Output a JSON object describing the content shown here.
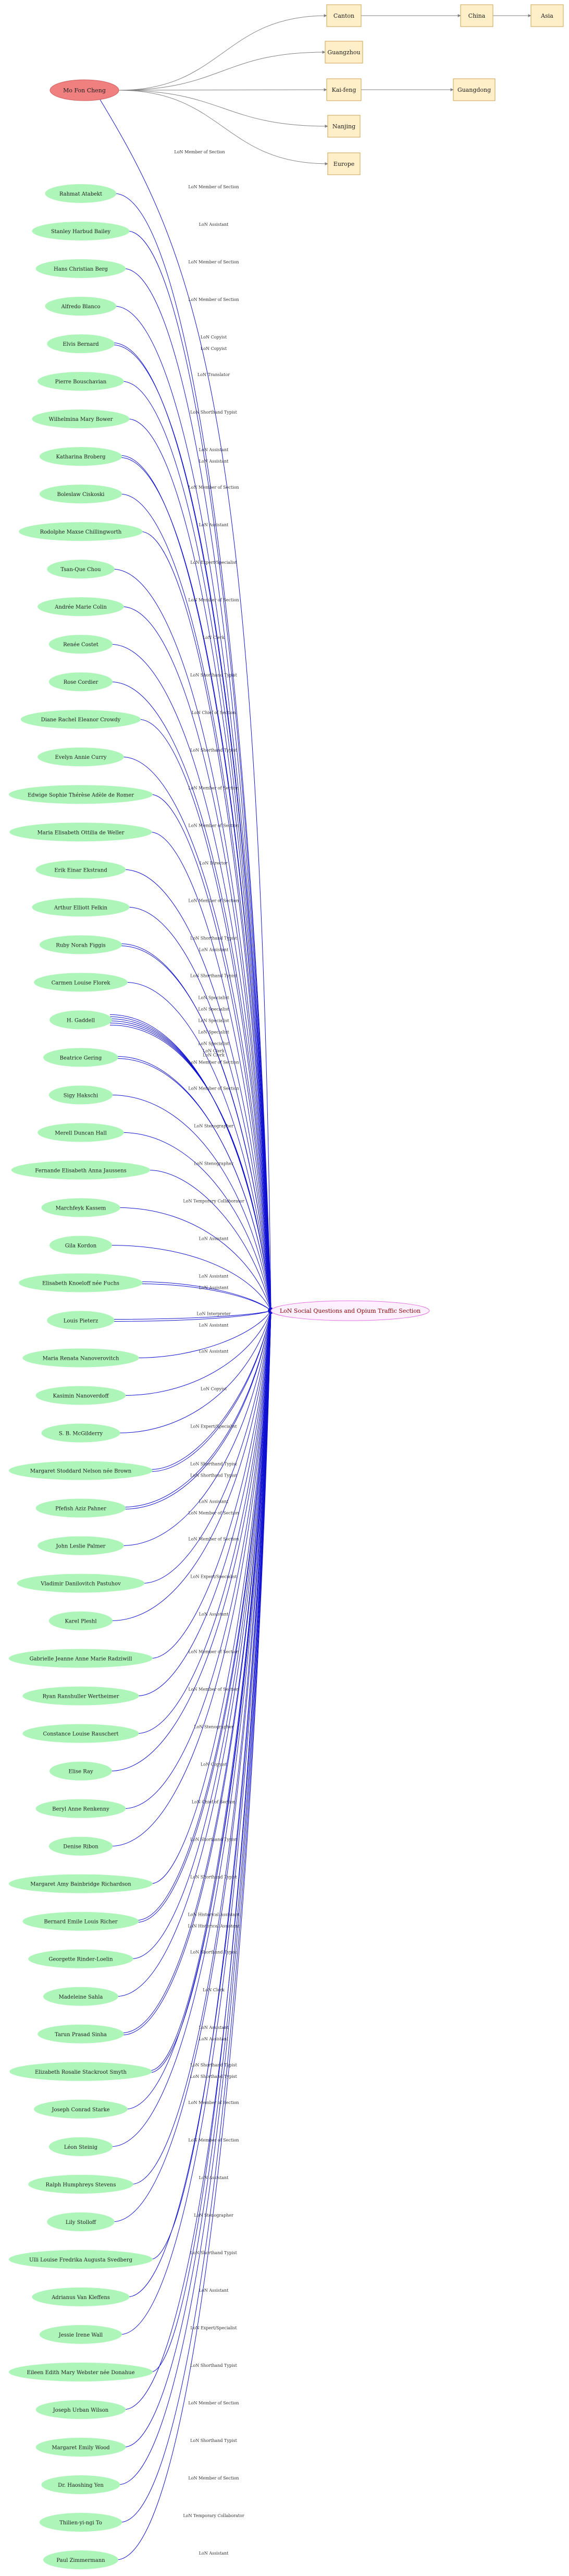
{
  "colors": {
    "person_fill": "#adf5b9",
    "center_fill": "#f08080",
    "place_fill": "#ffefc8",
    "place_stroke": "#c8a050",
    "hub_fill": "#fff0ff",
    "hub_stroke": "#e070e0",
    "hub_text": "#8b0000",
    "edge_blue": "#1010d0",
    "edge_grey": "#808080",
    "label_text": "#303030"
  },
  "center": {
    "name": "Mo Fon Cheng"
  },
  "hub": {
    "name": "LoN Social Questions and Opium Traffic Section"
  },
  "places": [
    {
      "id": "canton",
      "name": "Canton"
    },
    {
      "id": "china",
      "name": "China"
    },
    {
      "id": "asia",
      "name": "Asia"
    },
    {
      "id": "guangzhou",
      "name": "Guangzhou"
    },
    {
      "id": "kaifeng",
      "name": "Kai-feng"
    },
    {
      "id": "guangdong",
      "name": "Guangdong"
    },
    {
      "id": "nanjing",
      "name": "Nanjing"
    },
    {
      "id": "europe",
      "name": "Europe"
    }
  ],
  "persons": [
    {
      "name": "Rahmat Atabekt",
      "roles": [
        "LoN Member of Section"
      ]
    },
    {
      "name": "Stanley Harbud Bailey",
      "roles": [
        "LoN Assistant"
      ]
    },
    {
      "name": "Hans Christian Berg",
      "roles": [
        "LoN Member of Section"
      ]
    },
    {
      "name": "Alfredo Blanco",
      "roles": [
        "LoN Member of Section"
      ]
    },
    {
      "name": "Elvis Bernard",
      "roles": [
        "LoN Copyist",
        "LoN Copyist"
      ]
    },
    {
      "name": "Pierre Bouschavian",
      "roles": [
        "LoN Translator"
      ]
    },
    {
      "name": "Wilhelmina Mary Bower",
      "roles": [
        "LoN Shorthand Typist"
      ]
    },
    {
      "name": "Katharina Broberg",
      "roles": [
        "LoN Assistant",
        "LoN Assistant"
      ]
    },
    {
      "name": "Boleslaw Ciskoski",
      "roles": [
        "LoN Member of Section"
      ]
    },
    {
      "name": "Rodolphe Maxse Chillingworth",
      "roles": [
        "LoN Assistant"
      ]
    },
    {
      "name": "Tsan-Que Chou",
      "roles": [
        "LoN Expert/Specialist"
      ]
    },
    {
      "name": "Andrée Marie Colin",
      "roles": [
        "LoN Member of Section"
      ]
    },
    {
      "name": "Renée Costet",
      "roles": [
        "LoN Clerk"
      ]
    },
    {
      "name": "Rose Cordier",
      "roles": [
        "LoN Shorthand Typist"
      ]
    },
    {
      "name": "Diane Rachel Eleanor Crowdy",
      "roles": [
        "LoN Chief of Section"
      ]
    },
    {
      "name": "Evelyn Annie Curry",
      "roles": [
        "LoN Shorthand Typist"
      ]
    },
    {
      "name": "Edwige Sophie Thérèse Adèle de Romer",
      "roles": [
        "LoN Member of Section"
      ]
    },
    {
      "name": "Maria Elisabeth Ottilia de Weller",
      "roles": [
        "LoN Member of Section"
      ]
    },
    {
      "name": "Erik Einar Ekstrand",
      "roles": [
        "LoN Director"
      ]
    },
    {
      "name": "Arthur Elliott Felkin",
      "roles": [
        "LoN Member of Section"
      ]
    },
    {
      "name": "Ruby Norah Figgis",
      "roles": [
        "LoN Shorthand Typist",
        "LoN Assistant"
      ]
    },
    {
      "name": "Carmen Louise Florek",
      "roles": [
        "LoN Shorthand Typist"
      ]
    },
    {
      "name": "H. Gaddell",
      "roles": [
        "LoN Specialist",
        "LoN Specialist",
        "LoN Specialist",
        "LoN Specialist",
        "LoN Specialist",
        "LoN Clerk"
      ]
    },
    {
      "name": "Beatrice Gering",
      "roles": [
        "LoN Clerk",
        "LoN Member of Section"
      ]
    },
    {
      "name": "Sigy Hakschi",
      "roles": [
        "LoN Member of Section"
      ]
    },
    {
      "name": "Merell Duncan Hall",
      "roles": [
        "LoN Stenographer"
      ]
    },
    {
      "name": "Fernande Elisabeth Anna Jaussens",
      "roles": [
        "LoN Stenographer"
      ]
    },
    {
      "name": "Marchfeyk Kassem",
      "roles": [
        "LoN Temporary Collaborator"
      ]
    },
    {
      "name": "Gila Kordon",
      "roles": [
        "LoN Assistant"
      ]
    },
    {
      "name": "Elisabeth Knoeloff née Fuchs",
      "roles": [
        "LoN Assistant",
        "LoN Assistant"
      ]
    },
    {
      "name": "Louis Pieterz",
      "roles": [
        "LoN Interpreter",
        "LoN Assistant"
      ]
    },
    {
      "name": "Maria Renata Nanoverovitch",
      "roles": [
        "LoN Assistant"
      ]
    },
    {
      "name": "Kasimin Nanoverdoff",
      "roles": [
        "LoN Copyist"
      ]
    },
    {
      "name": "S. B. McGilderry",
      "roles": [
        "LoN Expert/Specialist"
      ]
    },
    {
      "name": "Margaret Stoddard Nelson née Brown",
      "roles": [
        "LoN Shorthand Typist",
        "LoN Shorthand Typist"
      ]
    },
    {
      "name": "Pfefish Aziz Pahner",
      "roles": [
        "LoN Assistant",
        "LoN Member of Section"
      ]
    },
    {
      "name": "John Leslie Palmer",
      "roles": [
        "LoN Member of Section"
      ]
    },
    {
      "name": "Vladimir Danilovitch Pastuhov",
      "roles": [
        "LoN Expert/Specialist"
      ]
    },
    {
      "name": "Karel Pleshl",
      "roles": [
        "LoN Assistant"
      ]
    },
    {
      "name": "Gabrielle Jeanne Anne Marie Radziwill",
      "roles": [
        "LoN Member of Section"
      ]
    },
    {
      "name": "Ryan Ranshuller Wertheimer",
      "roles": [
        "LoN Member of Section"
      ]
    },
    {
      "name": "Constance Louise Rauschert",
      "roles": [
        "LoN Stenographer"
      ]
    },
    {
      "name": "Elise Ray",
      "roles": [
        "LoN Copyist"
      ]
    },
    {
      "name": "Beryl Anne Renkenny",
      "roles": [
        "LoN Chief of Section"
      ]
    },
    {
      "name": "Denise Ribon",
      "roles": [
        "LoN Shorthand Typist"
      ]
    },
    {
      "name": "Margaret Amy Bainbridge Richardson",
      "roles": [
        "LoN Shorthand Typist"
      ]
    },
    {
      "name": "Bernard Emile Louis Richer",
      "roles": [
        "LoN Historical Assistant",
        "LoN Historical Assistant"
      ]
    },
    {
      "name": "Georgette Rinder-Loelin",
      "roles": [
        "LoN Shorthand Typist"
      ]
    },
    {
      "name": "Madeleine Sahla",
      "roles": [
        "LoN Clerk"
      ]
    },
    {
      "name": "Tarun Prasad Sinha",
      "roles": [
        "LoN Assistant",
        "LoN Assistant"
      ]
    },
    {
      "name": "Elizabeth Rosalie Stackroot Smyth",
      "roles": [
        "LoN Shorthand Typist",
        "LoN Shorthand Typist"
      ]
    },
    {
      "name": "Joseph Conrad Starke",
      "roles": [
        "LoN Member of Section"
      ]
    },
    {
      "name": "Léon Steinig",
      "roles": [
        "LoN Member of Section"
      ]
    },
    {
      "name": "Ralph Humphreys Stevens",
      "roles": [
        "LoN Assistant"
      ]
    },
    {
      "name": "Lily Stolloff",
      "roles": [
        "LoN Stenographer"
      ]
    },
    {
      "name": "Ulli Louise Fredrika Augusta Svedberg",
      "roles": [
        "LoN Shorthand Typist"
      ]
    },
    {
      "name": "Adrianus Van Kleffens",
      "roles": [
        "LoN Assistant"
      ]
    },
    {
      "name": "Jessie Irene Wall",
      "roles": [
        "LoN Expert/Specialist"
      ]
    },
    {
      "name": "Eileen Edith Mary Webster née Donahue",
      "roles": [
        "LoN Shorthand Typist"
      ]
    },
    {
      "name": "Joseph Urban Wilson",
      "roles": [
        "LoN Member of Section"
      ]
    },
    {
      "name": "Margaret Emily Wood",
      "roles": [
        "LoN Shorthand Typist"
      ]
    },
    {
      "name": "Dr. Haoshing Yen",
      "roles": [
        "LoN Member of Section"
      ]
    },
    {
      "name": "Thilien-yi-ngi To",
      "roles": [
        "LoN Temporary Collaborator"
      ]
    },
    {
      "name": "Paul Zimmermann",
      "roles": [
        "LoN Assistant"
      ]
    }
  ],
  "center_roles": [
    "LoN Member of Section"
  ]
}
